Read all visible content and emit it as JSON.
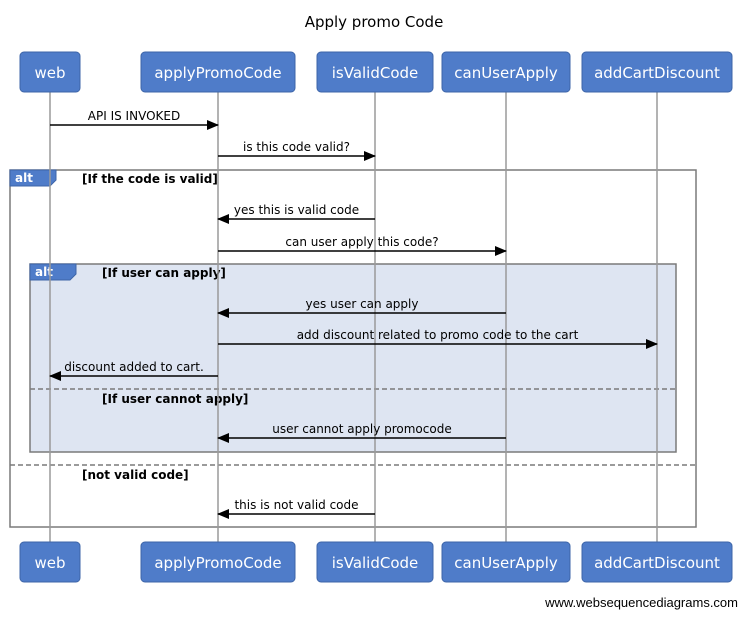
{
  "title": "Apply promo Code",
  "actors": [
    {
      "id": "web",
      "label": "web"
    },
    {
      "id": "apply",
      "label": "applyPromoCode"
    },
    {
      "id": "valid",
      "label": "isValidCode"
    },
    {
      "id": "can",
      "label": "canUserApply"
    },
    {
      "id": "cart",
      "label": "addCartDiscount"
    }
  ],
  "messages": [
    {
      "from": "web",
      "to": "apply",
      "label": "API IS INVOKED"
    },
    {
      "from": "apply",
      "to": "valid",
      "label": "is this code valid?"
    },
    {
      "from": "valid",
      "to": "apply",
      "label": "yes this is valid code"
    },
    {
      "from": "apply",
      "to": "can",
      "label": "can user apply this code?"
    },
    {
      "from": "can",
      "to": "apply",
      "label": "yes user can apply"
    },
    {
      "from": "apply",
      "to": "cart",
      "label": "add discount related to promo code to the cart"
    },
    {
      "from": "apply",
      "to": "web",
      "label": "discount added to cart."
    },
    {
      "from": "can",
      "to": "apply",
      "label": "user cannot apply promocode"
    },
    {
      "from": "valid",
      "to": "apply",
      "label": "this is not valid code"
    }
  ],
  "fragments": {
    "outer": {
      "tag": "alt",
      "guard": "[If the code is valid]",
      "else_guard": "[not valid code]"
    },
    "inner": {
      "tag": "alt",
      "guard": "[If user can apply]",
      "else_guard": "[If user cannot apply]"
    }
  },
  "footer": "www.websequencediagrams.com",
  "colors": {
    "actor": "#4f7cc9",
    "inner_fill": "#d8e0f0",
    "frame": "#7a7a7a"
  }
}
